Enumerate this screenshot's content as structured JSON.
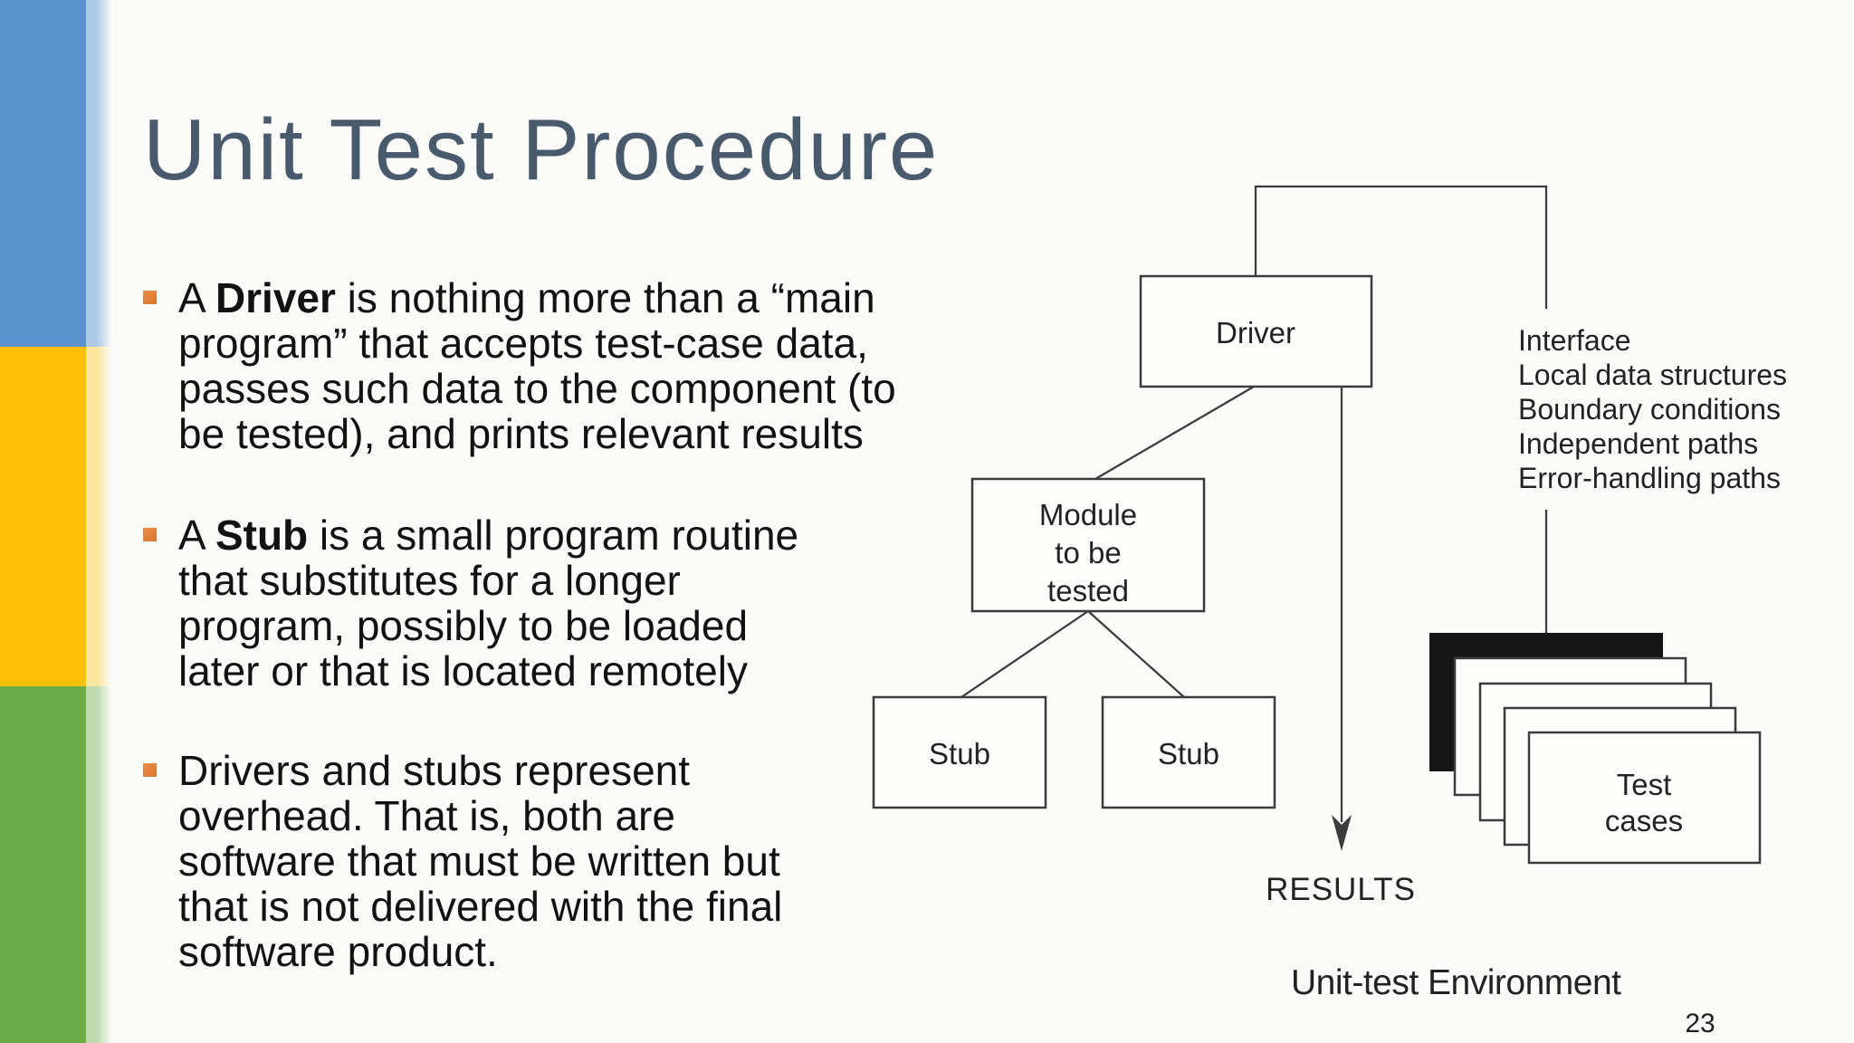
{
  "slide": {
    "title": "Unit Test Procedure",
    "page_number": "23",
    "colors": {
      "accent_blue": "#5b93d1",
      "accent_yellow": "#fec107",
      "accent_green": "#6cac47",
      "title_color": "#4a5a6d",
      "bullet_marker_orange": "#e2823c",
      "diagram_stroke": "#3c3c3c",
      "page_number_gray": "#a2a6ab"
    }
  },
  "bullets": [
    {
      "pre": "A ",
      "term": "Driver",
      "rest": " is nothing more than a “main\nprogram” that accepts test-case data,\npasses such data to the component (to\nbe tested), and prints relevant results"
    },
    {
      "pre": "A ",
      "term": "Stub",
      "rest": " is a small program routine\nthat substitutes for a longer\nprogram, possibly to be loaded\nlater or that is located remotely"
    },
    {
      "pre": "",
      "term": "",
      "rest": "Drivers and stubs represent\noverhead. That is, both are\nsoftware that must be written but\nthat is not delivered with the final\nsoftware product."
    }
  ],
  "diagram": {
    "driver_label": "Driver",
    "module_label_lines": [
      "Module",
      "to be",
      "tested"
    ],
    "stub_left_label": "Stub",
    "stub_right_label": "Stub",
    "interface_items": [
      "Interface",
      "Local data structures",
      "Boundary conditions",
      "Independent paths",
      "Error-handling paths"
    ],
    "test_cases_lines": [
      "Test",
      "cases"
    ],
    "results_label": "RESULTS",
    "caption": "Unit-test Environment"
  }
}
